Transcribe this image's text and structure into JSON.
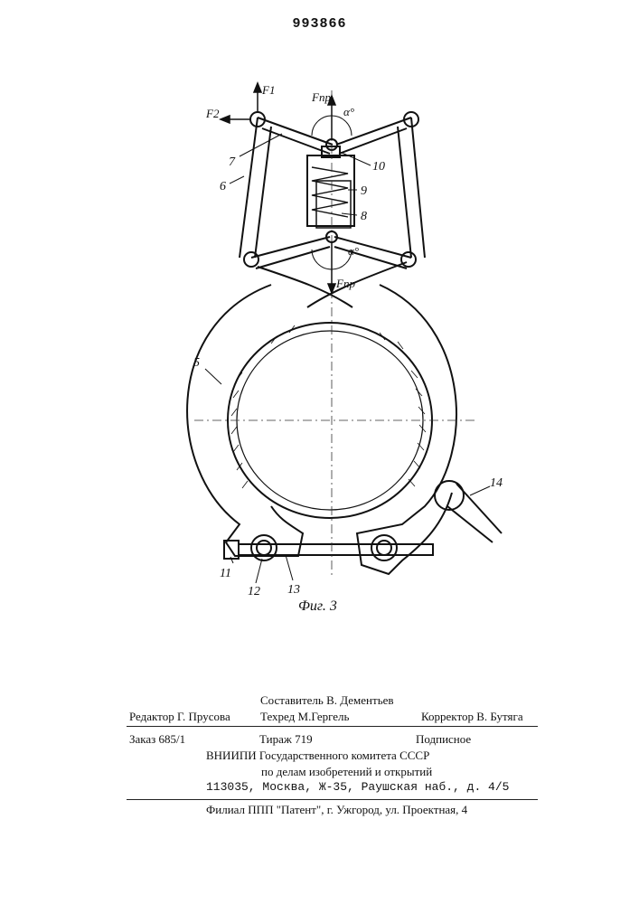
{
  "document": {
    "patent_number": "993866",
    "figure_caption": "Фиг. 3",
    "force_labels": {
      "f1": "F1",
      "f2": "F2",
      "fpr_top": "Fпр",
      "fpr_bottom": "Fпр",
      "angle_top": "α°",
      "angle_bottom": "α°"
    },
    "part_labels": [
      "5",
      "6",
      "7",
      "8",
      "9",
      "10",
      "11",
      "12",
      "13",
      "14"
    ]
  },
  "colophon": {
    "editor": "Редактор Г. Прусова",
    "compiler": "Составитель В. Дементьев",
    "techred": "Техред М.Гергель",
    "corrector": "Корректор В. Бутяга",
    "order": "Заказ 685/1",
    "circulation": "Тираж 719",
    "subscription": "Подписное",
    "org_line1": "ВНИИПИ Государственного комитета СССР",
    "org_line2": "по делам изобретений и открытий",
    "address": "113035, Москва, Ж-35, Раушская наб., д. 4/5",
    "branch": "Филиал ППП \"Патент\", г. Ужгород, ул. Проектная, 4"
  }
}
